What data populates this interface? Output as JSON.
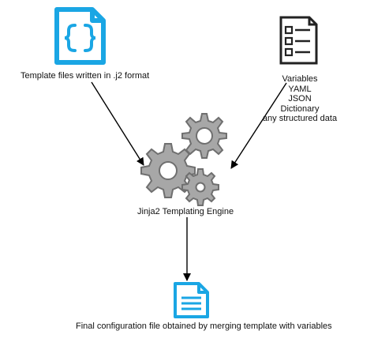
{
  "labels": {
    "template_files": "Template files written in .j2 format",
    "engine": "Jinja2 Templating Engine",
    "final_file": "Final configuration file obtained by merging template with variables"
  },
  "variables": [
    "Variables",
    "YAML",
    "JSON",
    "Dictionary",
    "any structured data"
  ],
  "icons": {
    "template_file": "curly-braces-file-icon",
    "variables_list": "checklist-icon",
    "engine": "gears-icon",
    "output_file": "document-file-icon"
  },
  "colors": {
    "file_icon": "#1aa6e4",
    "gear_fill": "#a7a7a7",
    "gear_shadow": "#6f6f6f",
    "list_icon": "#222222",
    "arrow": "#000000"
  }
}
